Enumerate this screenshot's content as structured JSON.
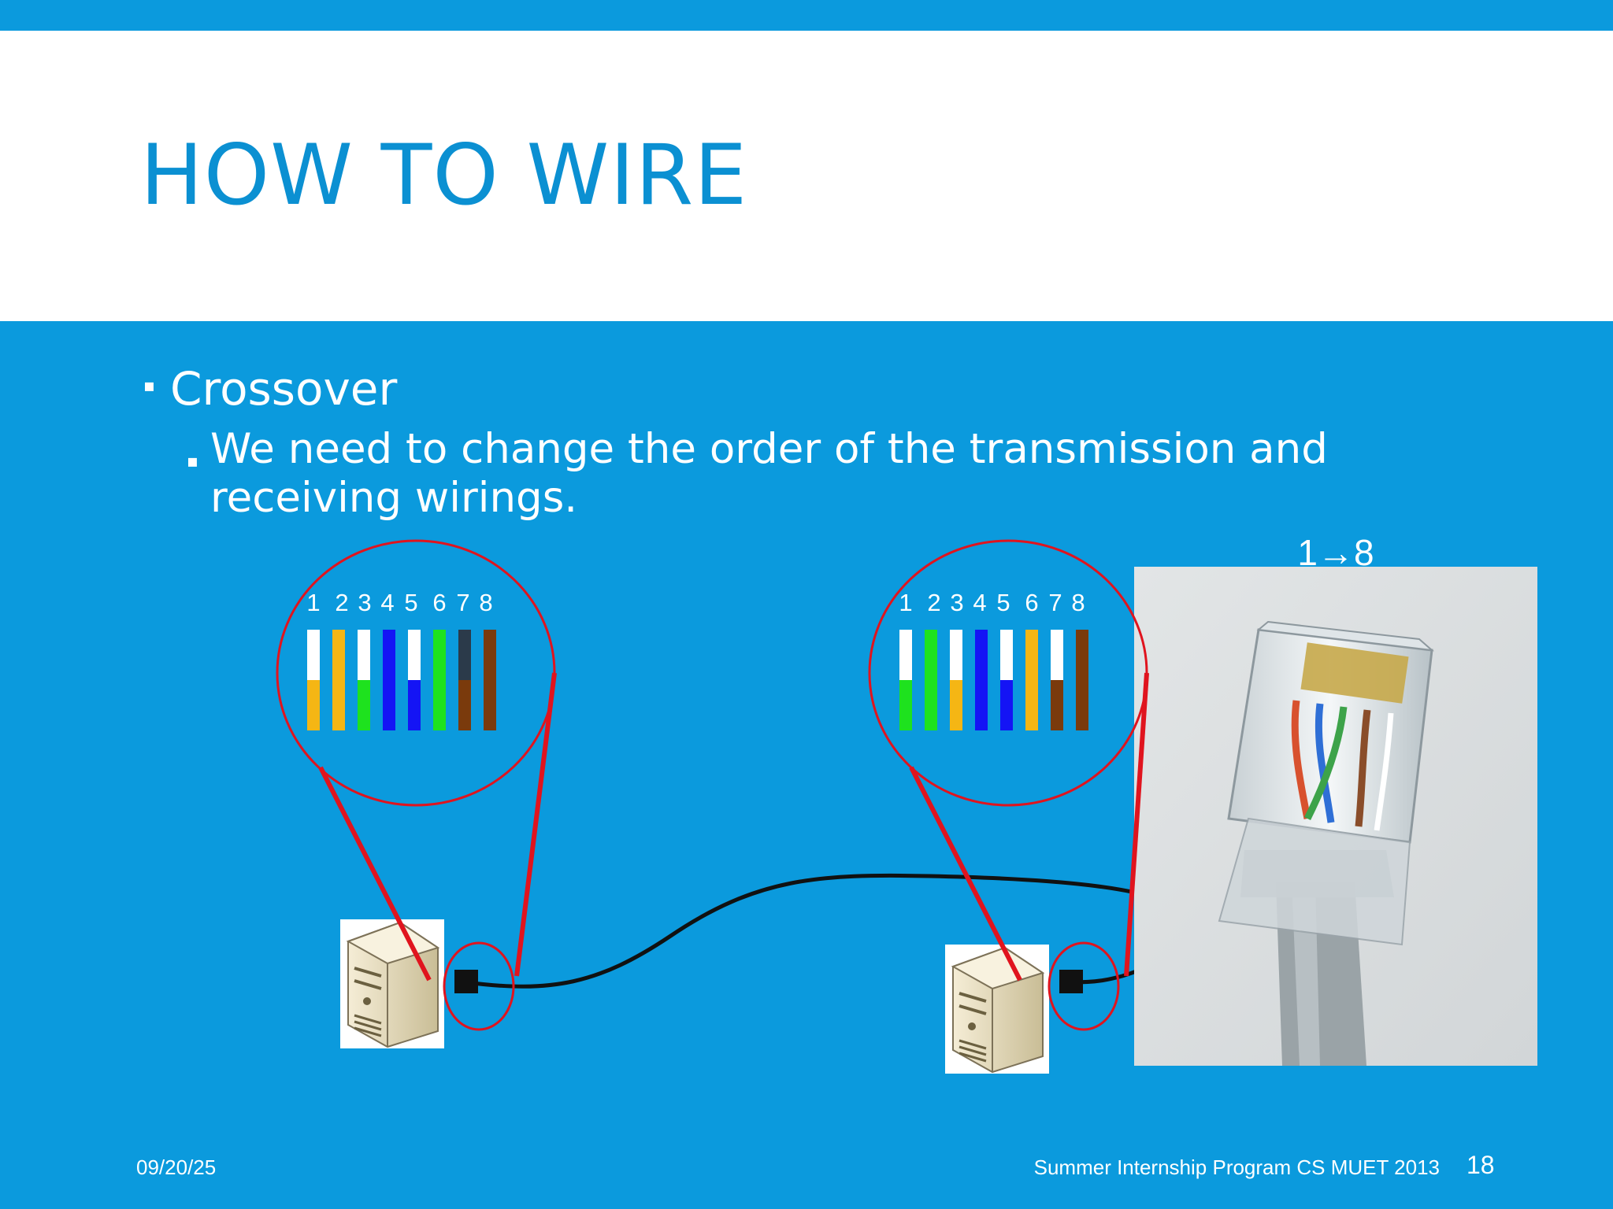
{
  "slide": {
    "title": "HOW TO WIRE",
    "bullets": {
      "level1": "Crossover",
      "level2": "We need to change the order of the transmission and receiving wirings."
    },
    "bullet_mark": "▪"
  },
  "diagram": {
    "left_pin_numbers": [
      "1",
      "2",
      "3",
      "4",
      "5",
      "6",
      "7",
      "8"
    ],
    "right_pin_numbers": [
      "1",
      "2",
      "3",
      "4",
      "5",
      "6",
      "7",
      "8"
    ],
    "photo_label": "1→8",
    "left_wires": [
      {
        "top": "#ffffff",
        "bottom": "#f5b614"
      },
      {
        "top": "#f5b614",
        "bottom": "#f5b614"
      },
      {
        "top": "#ffffff",
        "bottom": "#1ee21e"
      },
      {
        "top": "#1414f5",
        "bottom": "#1414f5"
      },
      {
        "top": "#ffffff",
        "bottom": "#1414f5"
      },
      {
        "top": "#1ee21e",
        "bottom": "#1ee21e"
      },
      {
        "top": "#2b3a4a",
        "bottom": "#7a3a0c"
      },
      {
        "top": "#7a3a0c",
        "bottom": "#7a3a0c"
      }
    ],
    "right_wires": [
      {
        "top": "#ffffff",
        "bottom": "#1ee21e"
      },
      {
        "top": "#1ee21e",
        "bottom": "#1ee21e"
      },
      {
        "top": "#ffffff",
        "bottom": "#f5b614"
      },
      {
        "top": "#1414f5",
        "bottom": "#1414f5"
      },
      {
        "top": "#ffffff",
        "bottom": "#1414f5"
      },
      {
        "top": "#f5b614",
        "bottom": "#f5b614"
      },
      {
        "top": "#ffffff",
        "bottom": "#7a3a0c"
      },
      {
        "top": "#7a3a0c",
        "bottom": "#7a3a0c"
      }
    ],
    "colors": {
      "callout": "#e0141e",
      "cable": "#111111",
      "background": "#0b9add",
      "title": "#0b90d2"
    }
  },
  "footer": {
    "date": "09/20/25",
    "program": "Summer Internship Program CS MUET 2013",
    "page_number": "18"
  }
}
